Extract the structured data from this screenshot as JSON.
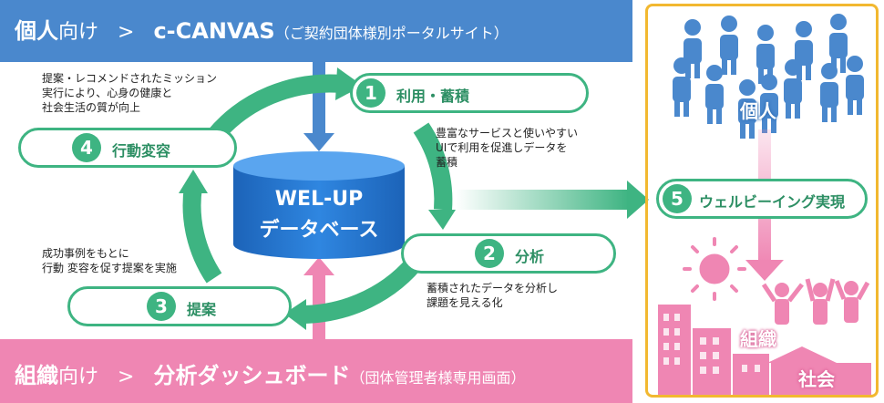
{
  "top_banner": {
    "audience": "個人",
    "suffix": "向け",
    "arrow": ">",
    "product": "c-CANVAS",
    "note": "（ご契約団体様別ポータルサイト）"
  },
  "bottom_banner": {
    "audience": "組織",
    "suffix": "向け",
    "arrow": ">",
    "product": "分析ダッシュボード",
    "note": "（団体管理者様専用画面）"
  },
  "database": {
    "line1": "WEL-UP",
    "line2": "データベース"
  },
  "steps": [
    {
      "number": "1",
      "label": "利用・蓄積",
      "description": "豊富なサービスと使いやすい\nUIで利用を促進しデータを\n蓄積"
    },
    {
      "number": "2",
      "label": "分析",
      "description": "蓄積されたデータを分析し\n課題を見える化"
    },
    {
      "number": "3",
      "label": "提案",
      "description": "成功事例をもとに\n行動 変容を促す提案を実施"
    },
    {
      "number": "4",
      "label": "行動変容",
      "description": "提案・レコメンドされたミッション\n実行により、心身の健康と\n社会生活の質が向上"
    },
    {
      "number": "5",
      "label": "ウェルビーイング実現"
    }
  ],
  "right_panel": {
    "individual": "個人",
    "organization": "組織",
    "society": "社会"
  },
  "colors": {
    "blue": "#4a88cd",
    "pink": "#ef86b3",
    "green": "#3eb482",
    "gold": "#f2b830"
  }
}
